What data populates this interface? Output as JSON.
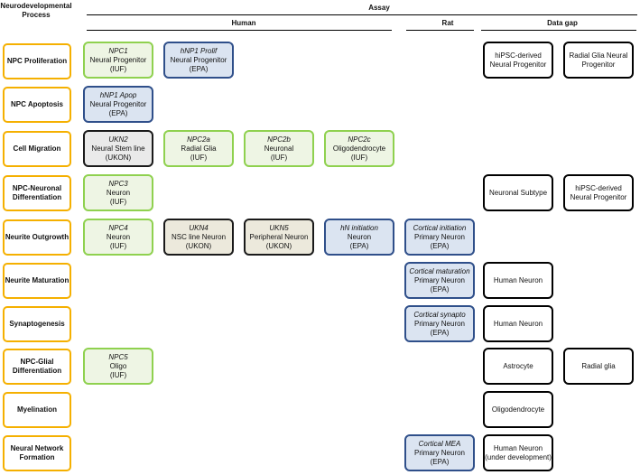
{
  "header": {
    "process": "Neurodevelopmental Process",
    "assay": "Assay",
    "human": "Human",
    "rat": "Rat",
    "gap": "Data gap"
  },
  "processes": [
    "NPC Proliferation",
    "NPC Apoptosis",
    "Cell Migration",
    "NPC-Neuronal Differentiation",
    "Neurite Outgrowth",
    "Neurite Maturation",
    "Synaptogenesis",
    "NPC-Glial Differentiation",
    "Myelination",
    "Neural Network Formation"
  ],
  "assays": [
    {
      "name": "NPC1",
      "type": "Neural Progenitor",
      "lab": "(IUF)"
    },
    {
      "name": "hNP1 Prolif",
      "type": "Neural Progenitor",
      "lab": "(EPA)"
    },
    {
      "name": "hNP1 Apop",
      "type": "Neural Progenitor",
      "lab": "(EPA)"
    },
    {
      "name": "UKN2",
      "type": "Neural Stem line",
      "lab": "(UKON)"
    },
    {
      "name": "NPC2a",
      "type": "Radial Glia",
      "lab": "(IUF)"
    },
    {
      "name": "NPC2b",
      "type": "Neuronal",
      "lab": "(IUF)"
    },
    {
      "name": "NPC2c",
      "type": "Oligodendrocyte",
      "lab": "(IUF)"
    },
    {
      "name": "NPC3",
      "type": "Neuron",
      "lab": "(IUF)"
    },
    {
      "name": "NPC4",
      "type": "Neuron",
      "lab": "(IUF)"
    },
    {
      "name": "UKN4",
      "type": "NSC line Neuron",
      "lab": "(UKON)"
    },
    {
      "name": "UKN5",
      "type": "Peripheral Neuron",
      "lab": "(UKON)"
    },
    {
      "name": "hN initiation",
      "type": "Neuron",
      "lab": "(EPA)"
    },
    {
      "name": "NPC5",
      "type": "Oligo",
      "lab": "(IUF)"
    },
    {
      "name": "Cortical initiation",
      "type": "Primary Neuron",
      "lab": "(EPA)"
    },
    {
      "name": "Cortical maturation",
      "type": "Primary Neuron",
      "lab": "(EPA)"
    },
    {
      "name": "Cortical synapto",
      "type": "Primary Neuron",
      "lab": "(EPA)"
    },
    {
      "name": "Cortical MEA",
      "type": "Primary Neuron",
      "lab": "(EPA)"
    }
  ],
  "gaps": [
    "hiPSC-derived Neural Progenitor",
    "Radial Glia Neural Progenitor",
    "Neuronal Subtype",
    "hiPSC-derived Neural Progenitor",
    "Human Neuron",
    "Human Neuron",
    "Astrocyte",
    "Radial glia",
    "Oligodendrocyte",
    "Human Neuron (under development)"
  ],
  "colors": {
    "process": "#f5b000",
    "green": "#8fd14f",
    "blue": "#2f4f8a",
    "black": "#1a1a1a"
  }
}
